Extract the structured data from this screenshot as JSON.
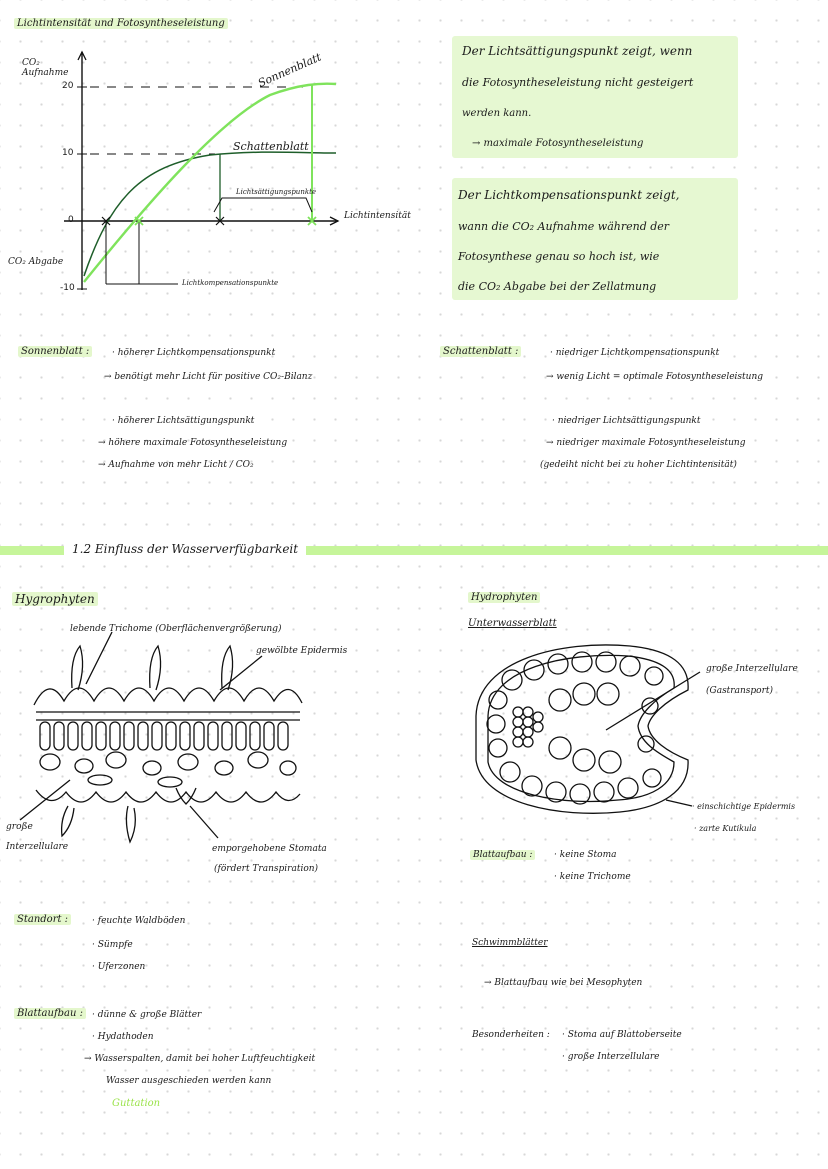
{
  "title": "Lichtintensität und Fotosyntheseleistung",
  "graph": {
    "y_label_top": "CO₂ Aufnahme",
    "y_label_bottom": "CO₂ Abgabe",
    "x_label": "Lichtintensität",
    "tick_20": "20",
    "tick_10": "10",
    "tick_0": "0",
    "tick_m10": "-10",
    "curve_sun": "Sonnenblatt",
    "curve_shade": "Schattenblatt",
    "label_saturation": "Lichtsättigungspunkte",
    "label_compensation": "Lichtkompensationspunkte",
    "colors": {
      "sun": "#7fe35c",
      "shade": "#1e5e2a"
    }
  },
  "box_saettigung": {
    "line1": "Der Lichtsättigungspunkt zeigt, wenn",
    "line2": "die Fotosyntheseleistung nicht gesteigert",
    "line3": "werden kann.",
    "line4": "→ maximale Fotosyntheseleistung"
  },
  "box_kompensation": {
    "line1": "Der Lichtkompensationspunkt zeigt,",
    "line2": "wann die CO₂ Aufnahme während der",
    "line3": "Fotosynthese genau so hoch ist, wie",
    "line4": "die CO₂ Abgabe bei der Zellatmung"
  },
  "sonnenblatt": {
    "heading": "Sonnenblatt :",
    "l1": "höherer Lichtkompensationspunkt",
    "l2": "→ benötigt mehr Licht für positive CO₂-Bilanz",
    "l3": "höherer Lichtsättigungspunkt",
    "l4": "→ höhere maximale Fotosyntheseleistung",
    "l5": "→ Aufnahme von mehr Licht / CO₂"
  },
  "schattenblatt": {
    "heading": "Schattenblatt :",
    "l1": "niedriger Lichtkompensationspunkt",
    "l2": "→ wenig Licht = optimale Fotosyntheseleistung",
    "l3": "niedriger Lichtsättigungspunkt",
    "l4": "→ niedriger maximale Fotosyntheseleistung",
    "l5": "(gedeiht nicht bei zu hoher Lichtintensität)"
  },
  "section_title": "1.2 Einfluss der Wasserverfügbarkeit",
  "hygro": {
    "heading": "Hygrophyten",
    "label_trichome": "lebende Trichome (Oberflächenvergrößerung)",
    "label_epidermis": "gewölbte Epidermis",
    "label_interzell_1": "große",
    "label_interzell_2": "Interzellulare",
    "label_stomata": "emporgehobene Stomata",
    "label_stomata_2": "(fördert Transpiration)",
    "standort_heading": "Standort :",
    "standort_items": [
      "feuchte Waldböden",
      "Sümpfe",
      "Uferzonen"
    ],
    "aufbau_heading": "Blattaufbau :",
    "aufbau_1": "dünne & große Blätter",
    "aufbau_2": "Hydathoden",
    "aufbau_3": "→ Wasserspalten, damit bei hoher Luftfeuchtigkeit",
    "aufbau_4": "Wasser ausgeschieden werden kann",
    "aufbau_5": "Guttation"
  },
  "hydro": {
    "heading": "Hydrophyten",
    "subheading": "Unterwasserblatt",
    "label_interzell_1": "große Interzellulare",
    "label_interzell_2": "(Gastransport)",
    "label_epidermis": "einschichtige Epidermis",
    "label_kutikula": "zarte Kutikula",
    "aufbau_heading": "Blattaufbau :",
    "aufbau_1": "keine Stoma",
    "aufbau_2": "keine Trichome",
    "schwimm_heading": "Schwimmblätter",
    "schwimm_1": "→ Blattaufbau wie bei Mesophyten",
    "besonder_heading": "Besonderheiten :",
    "besonder_1": "Stoma auf Blattoberseite",
    "besonder_2": "große Interzellulare"
  }
}
